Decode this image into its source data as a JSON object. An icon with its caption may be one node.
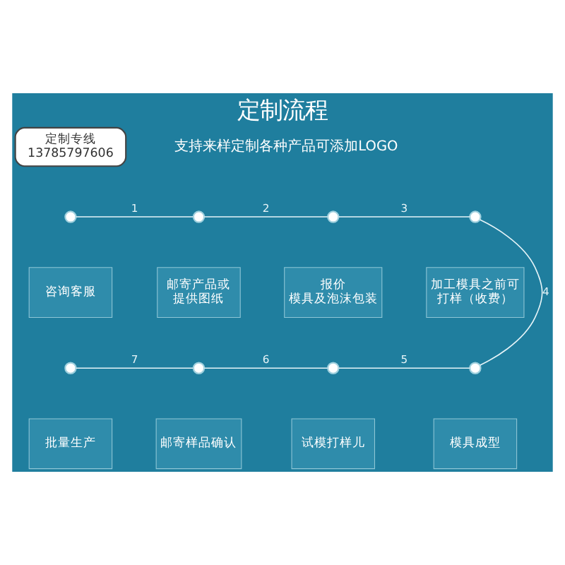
{
  "diagram": {
    "title": "定制流程",
    "nodes": [
      {
        "text": [
          "定制专线",
          "13785797606"
        ]
      },
      {
        "text": [],
        "shape": "circle"
      },
      {
        "text": [],
        "shape": "circle"
      },
      {
        "text": [],
        "shape": "circle"
      },
      {
        "text": [],
        "shape": "circle"
      },
      {
        "text": [
          "咨询客服"
        ]
      },
      {
        "text": [
          "邮寄产品或提供图纸"
        ]
      },
      {
        "text": [
          "报价",
          "模具及泡沫包装"
        ]
      },
      {
        "text": [
          "加工模具之前可打样（收费）"
        ]
      },
      {
        "text": [],
        "shape": "circle"
      },
      {
        "text": [],
        "shape": "circle"
      },
      {
        "text": [],
        "shape": "circle"
      },
      {
        "text": [],
        "shape": "circle"
      },
      {
        "text": [
          "批量生产"
        ]
      },
      {
        "text": [
          "邮寄样品确认"
        ]
      },
      {
        "text": [
          "试模打样儿"
        ]
      },
      {
        "text": [
          "模具成型"
        ]
      }
    ],
    "edges": [
      {
        "from": 1,
        "to": 2,
        "arrow": "none",
        "label": "1"
      },
      {
        "from": 2,
        "to": 3,
        "arrow": "none",
        "label": "2"
      },
      {
        "from": 3,
        "to": 4,
        "arrow": "none",
        "label": "3"
      },
      {
        "from": 4,
        "to": 12,
        "arrow": "none",
        "label": "4"
      },
      {
        "from": 12,
        "to": 11,
        "arrow": "none",
        "label": "5"
      },
      {
        "from": 11,
        "to": 10,
        "arrow": "none",
        "label": "6"
      },
      {
        "from": 10,
        "to": 9,
        "arrow": "none",
        "label": "7"
      }
    ],
    "labels": [
      "支持来样定制各种产品可添加LOGO"
    ]
  }
}
